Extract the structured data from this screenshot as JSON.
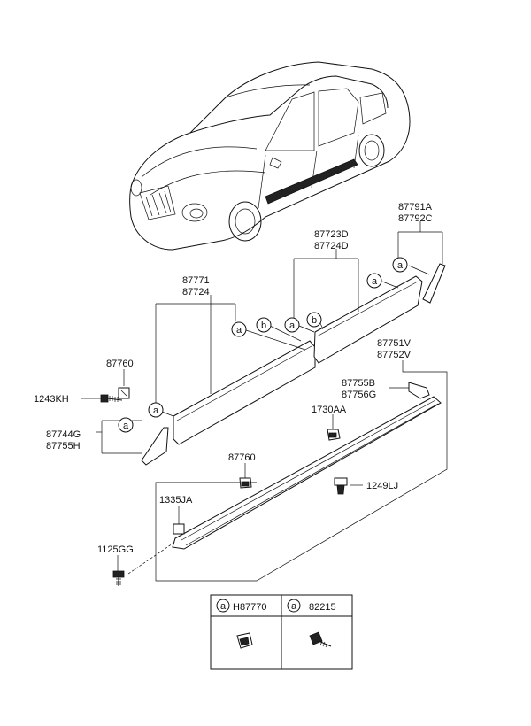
{
  "labels": {
    "p87791A": "87791A",
    "p87792C": "87792C",
    "p87723D": "87723D",
    "p87724D": "87724D",
    "p87771": "87771",
    "p87724": "87724",
    "p87760_left": "87760",
    "p1243KH": "1243KH",
    "p87744G": "87744G",
    "p87755H": "87755H",
    "p87751V": "87751V",
    "p87752V": "87752V",
    "p87755B": "87755B",
    "p87756G": "87756G",
    "p1730AA": "1730AA",
    "p87760_mid": "87760",
    "p1249LJ": "1249LJ",
    "p1335JA": "1335JA",
    "p1125GG": "1125GG"
  },
  "callouts": {
    "a": "a",
    "b": "b"
  },
  "legend": {
    "cell_a_letter": "a",
    "cell_a_part": "H87770",
    "cell_b_letter": "a",
    "cell_b_part": "82215"
  }
}
